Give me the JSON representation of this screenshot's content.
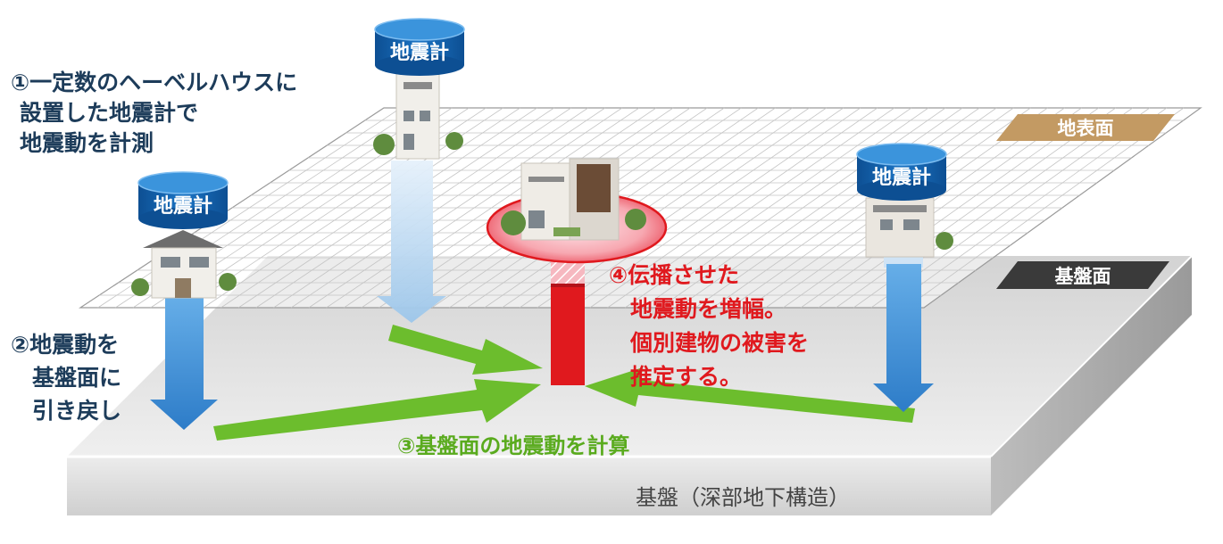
{
  "seismometer_label": "地震計",
  "steps": {
    "step1": [
      "①一定数のヘーベルハウスに",
      "設置した地震計で",
      "地震動を計測"
    ],
    "step2": [
      "②地震動を",
      "基盤面に",
      "引き戻し"
    ],
    "step3": "③基盤面の地震動を計算",
    "step4": [
      "④伝播させた",
      "地震動を増幅。",
      "個別建物の被害を",
      "推定する。"
    ]
  },
  "layers": {
    "ground_surface": "地表面",
    "base_surface": "基盤面",
    "bedrock": "基盤（深部地下構造）"
  },
  "colors": {
    "seismometer_blue": "#1565b0",
    "down_arrow_blue": "#3f8fd6",
    "green_arrow": "#6cbd2d",
    "red_arrow": "#e0191e",
    "ground_tag": "#c39a63",
    "base_tag": "#3a3a3a",
    "step_text_navy": "#1d3c5a"
  }
}
